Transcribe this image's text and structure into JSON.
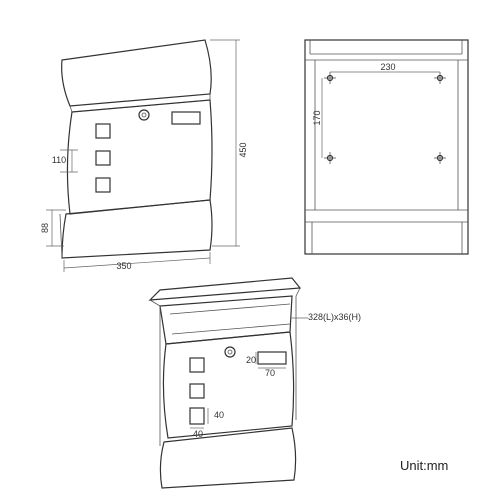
{
  "front_view": {
    "dim_width": "350",
    "dim_height": "450",
    "dim_slot_height": "110",
    "dim_bottom_height": "88"
  },
  "back_view": {
    "dim_hole_spacing_h": "230",
    "dim_hole_spacing_v": "170"
  },
  "open_view": {
    "dim_slot": "328(L)x36(H)",
    "dim_window_h": "20",
    "dim_window_w": "70",
    "dim_square_h": "40",
    "dim_square_w": "40"
  },
  "unit_label": "Unit:mm",
  "colors": {
    "line": "#333333",
    "text": "#333333",
    "background": "#ffffff"
  }
}
